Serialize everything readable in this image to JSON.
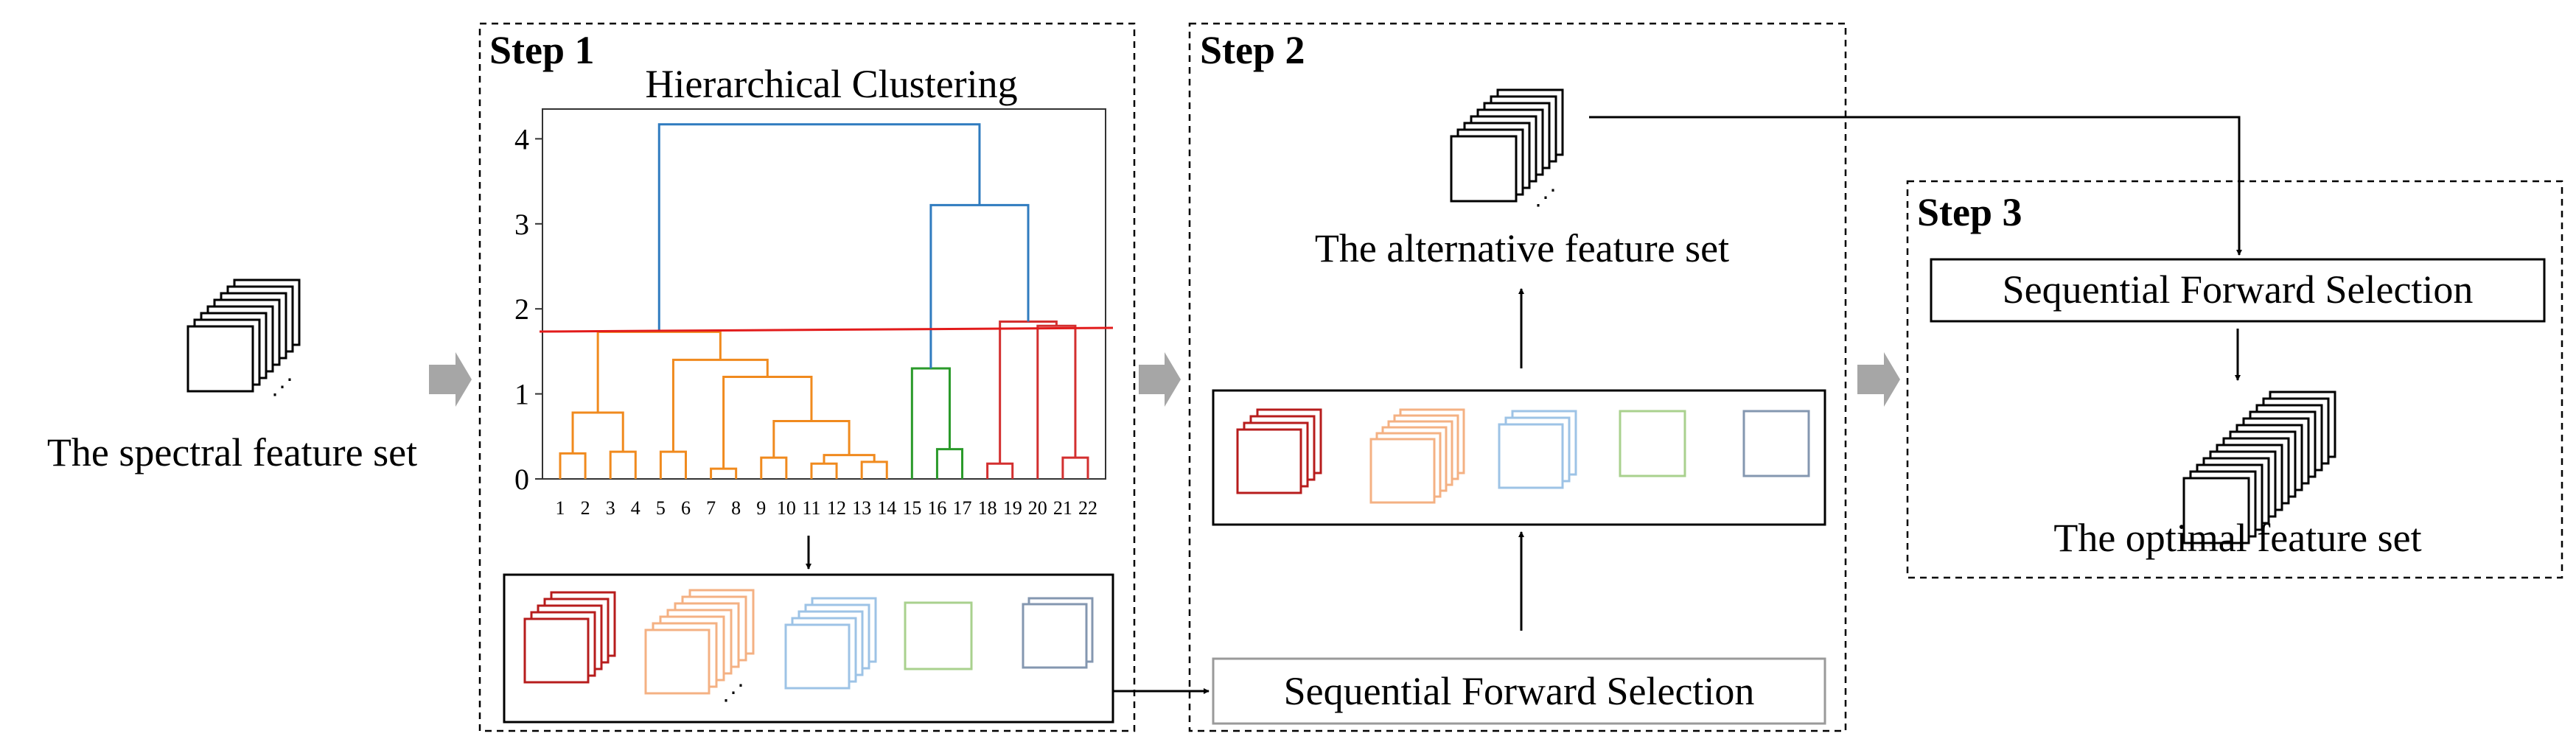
{
  "labels": {
    "spectral_set": "The spectral feature set",
    "step1": "Step 1",
    "step2": "Step 2",
    "step3": "Step 3",
    "dendro_title": "Hierarchical Clustering",
    "alternative_set": "The alternative feature set",
    "sfs": "Sequential Forward Selection",
    "optimal_set": "The optimal feature set"
  },
  "dendrogram": {
    "y_ticks": [
      "0",
      "1",
      "2",
      "3",
      "4"
    ],
    "x_labels": [
      "1",
      "2",
      "3",
      "4",
      "5",
      "6",
      "7",
      "8",
      "9",
      "10",
      "11",
      "12",
      "13",
      "14",
      "15",
      "16",
      "17",
      "18",
      "19",
      "20",
      "21",
      "22"
    ],
    "ylim": [
      0,
      4.35
    ],
    "threshold": 1.75,
    "leaf_order": [
      1,
      2,
      3,
      4,
      5,
      6,
      7,
      8,
      9,
      10,
      11,
      12,
      13,
      14,
      15,
      16,
      17,
      18,
      19,
      20,
      21,
      22
    ],
    "colors": {
      "orange": "#f08a1e",
      "green": "#2a9a2a",
      "red": "#d32f2f",
      "blue": "#2f7bbf",
      "threshold": "#e21b1b"
    },
    "merges": [
      {
        "a": 1,
        "b": 2,
        "height": 0.3,
        "color": "orange"
      },
      {
        "a": 3,
        "b": 4,
        "height": 0.32,
        "color": "orange"
      },
      {
        "a": 23,
        "b": 24,
        "height": 0.78,
        "color": "orange"
      },
      {
        "a": 5,
        "b": 6,
        "height": 0.32,
        "color": "orange"
      },
      {
        "a": 7,
        "b": 8,
        "height": 0.12,
        "color": "orange"
      },
      {
        "a": 9,
        "b": 10,
        "height": 0.25,
        "color": "orange"
      },
      {
        "a": 11,
        "b": 12,
        "height": 0.18,
        "color": "orange"
      },
      {
        "a": 13,
        "b": 14,
        "height": 0.2,
        "color": "orange"
      },
      {
        "a": 29,
        "b": 30,
        "height": 0.28,
        "color": "orange"
      },
      {
        "a": 28,
        "b": 31,
        "height": 0.68,
        "color": "orange"
      },
      {
        "a": 27,
        "b": 32,
        "height": 1.2,
        "color": "orange"
      },
      {
        "a": 26,
        "b": 33,
        "height": 1.4,
        "color": "orange"
      },
      {
        "a": 25,
        "b": 34,
        "height": 1.73,
        "color": "orange"
      },
      {
        "a": 16,
        "b": 17,
        "height": 0.35,
        "color": "green"
      },
      {
        "a": 15,
        "b": 36,
        "height": 1.3,
        "color": "green"
      },
      {
        "a": 18,
        "b": 19,
        "height": 0.18,
        "color": "red"
      },
      {
        "a": 21,
        "b": 22,
        "height": 0.25,
        "color": "red"
      },
      {
        "a": 20,
        "b": 39,
        "height": 1.8,
        "color": "red"
      },
      {
        "a": 38,
        "b": 40,
        "height": 1.85,
        "color": "red"
      },
      {
        "a": 37,
        "b": 41,
        "height": 3.22,
        "color": "blue"
      },
      {
        "a": 35,
        "b": 42,
        "height": 4.17,
        "color": "blue"
      }
    ]
  },
  "palette": {
    "darkred": "#b71c1c",
    "orange": "#f4b183",
    "lightblue": "#9dc3e6",
    "lightgreen": "#a9d18e",
    "slate": "#8497b0",
    "gray_arrow": "#a6a6a6"
  }
}
